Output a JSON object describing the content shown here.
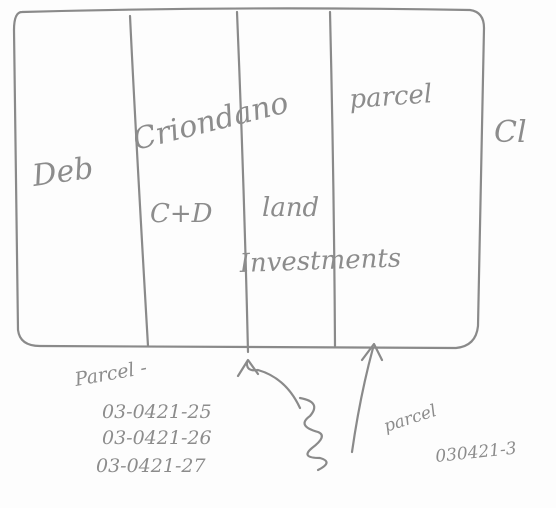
{
  "sketch": {
    "labels": {
      "deb": "Deb",
      "criondano": "Criondano",
      "parcel_top": "parcel",
      "cl": "Cl",
      "c_d": "C+D",
      "land": "land",
      "investments": "Investments",
      "parcel_bottom_left": "Parcel -",
      "parcel_number_1": "03-0421-25",
      "parcel_number_2": "03-0421-26",
      "parcel_number_3": "03-0421-27",
      "parcel_bottom_right": "parcel",
      "parcel_number_right": "030421-3"
    },
    "ink_color": "#8a8a8a"
  }
}
